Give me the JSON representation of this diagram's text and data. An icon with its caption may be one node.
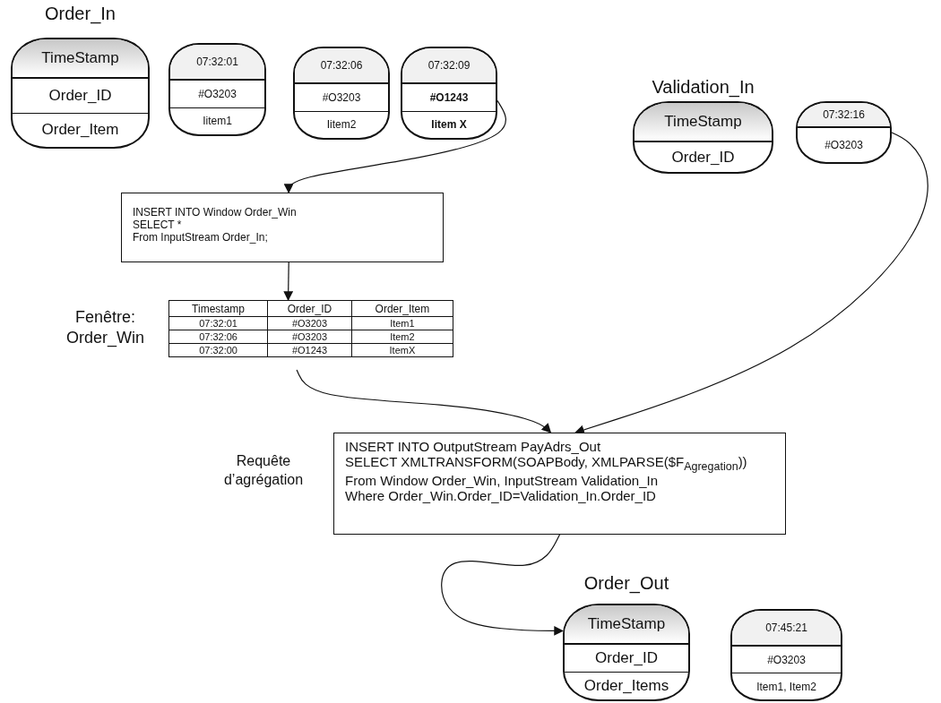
{
  "diagram": {
    "nodes": [
      {
        "text": [
          "Order_In",
          "TimeStamp",
          "Order_ID",
          "Order_Item"
        ]
      },
      {
        "text": [
          "07:32:01",
          "#O3203",
          "Iitem1"
        ]
      },
      {
        "text": [
          "07:32:06",
          "#O3203",
          "Iitem2"
        ]
      },
      {
        "text": [
          "07:32:09",
          "**#O1243**",
          "**Iitem X**"
        ]
      },
      {
        "text": [
          "Validation_In",
          "TimeStamp",
          "Order_ID"
        ]
      },
      {
        "text": [
          "07:32:16",
          "#O3203"
        ]
      },
      {
        "text": [
          "INSERT INTO Window Order_Win",
          "SELECT *",
          "From InputStream Order_In;"
        ]
      },
      {
        "text": [
          "Timestamp",
          "Order_ID",
          "Order_Item",
          "07:32:01",
          "#O3203",
          "Item1",
          "07:32:06",
          "#O3203",
          "Item2",
          "07:32:00",
          "#O1243",
          "ItemX"
        ],
        "beside": [
          "Fenêtre: Order_Win"
        ]
      },
      {
        "text": [
          "INSERT INTO OutputStream PayAdrs_Out",
          "SELECT XMLTRANSFORM(SOAPBody, XMLPARSE($F$_{Agregation}$))",
          "From Window Order_Win, InputStream Validation_In",
          "Where Order_Win.Order_ID=Validation_In.Order_ID"
        ],
        "beside": [
          "Requête d’agrégation"
        ]
      },
      {
        "text": [
          "Order_Out",
          "TimeStamp",
          "Order_ID",
          "Order_Items"
        ]
      },
      {
        "text": [
          "07:45:21",
          "#O3203",
          "Item1, Item2"
        ]
      }
    ],
    "edges": [
      {
        "from": 3,
        "to": 6,
        "arrow": "to"
      },
      {
        "from": 6,
        "to": 7,
        "arrow": "to"
      },
      {
        "from": 7,
        "to": 8,
        "arrow": "to"
      },
      {
        "from": 5,
        "to": 8,
        "arrow": "to"
      },
      {
        "from": 8,
        "to": 9,
        "arrow": "to"
      }
    ]
  }
}
